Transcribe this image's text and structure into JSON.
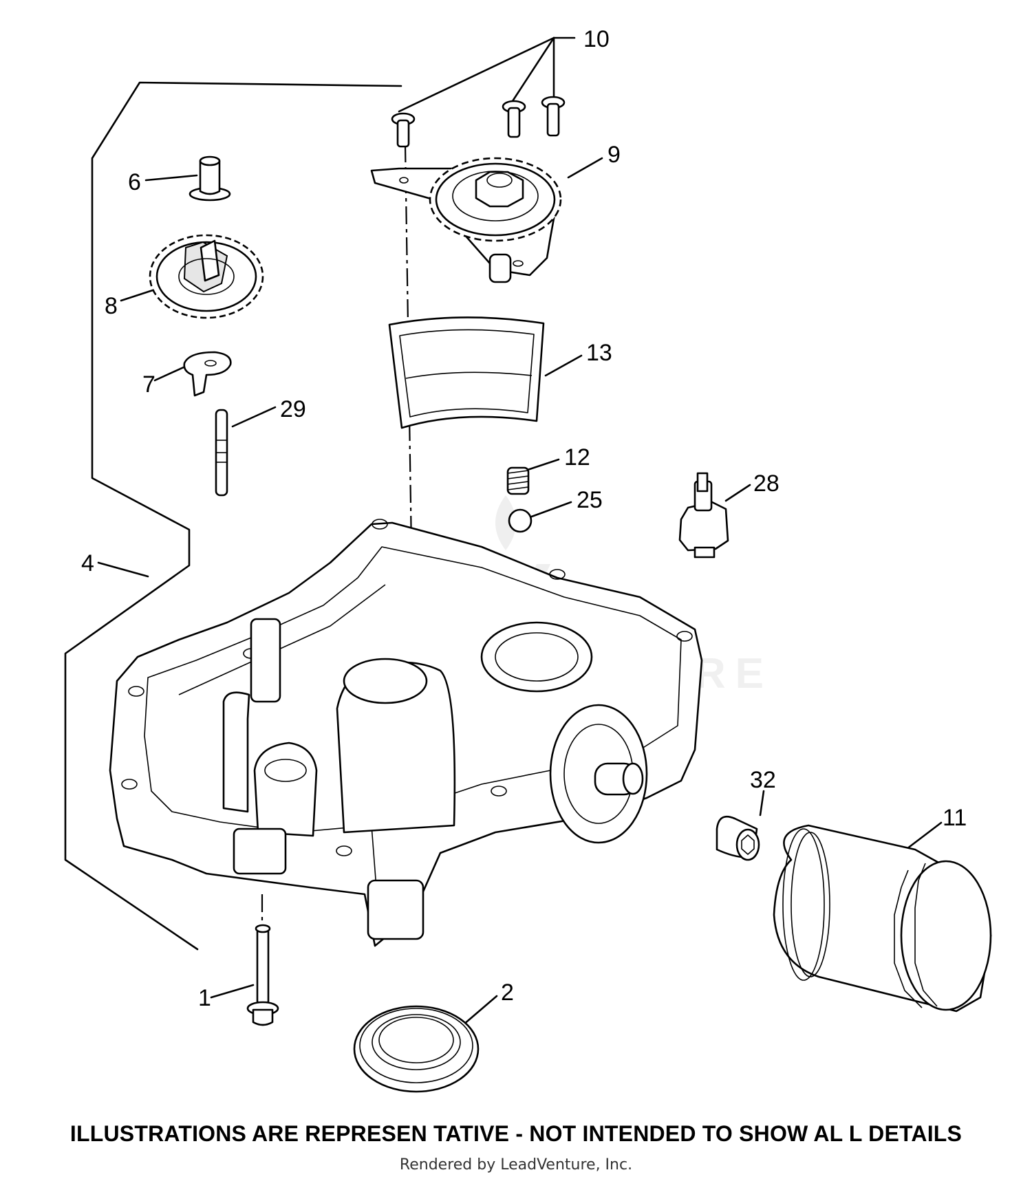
{
  "disclaimer": "ILLUSTRATIONS ARE REPRESEN TATIVE - NOT INTENDED TO SHOW AL L DETAILS",
  "rendered_by": "Rendered by LeadVenture, Inc.",
  "watermark_text": "LEADVENTURE",
  "callouts": {
    "c1": "1",
    "c2": "2",
    "c4": "4",
    "c6": "6",
    "c7": "7",
    "c8": "8",
    "c9": "9",
    "c10": "10",
    "c11": "11",
    "c12": "12",
    "c13": "13",
    "c25": "25",
    "c28": "28",
    "c29": "29",
    "c32": "32"
  }
}
